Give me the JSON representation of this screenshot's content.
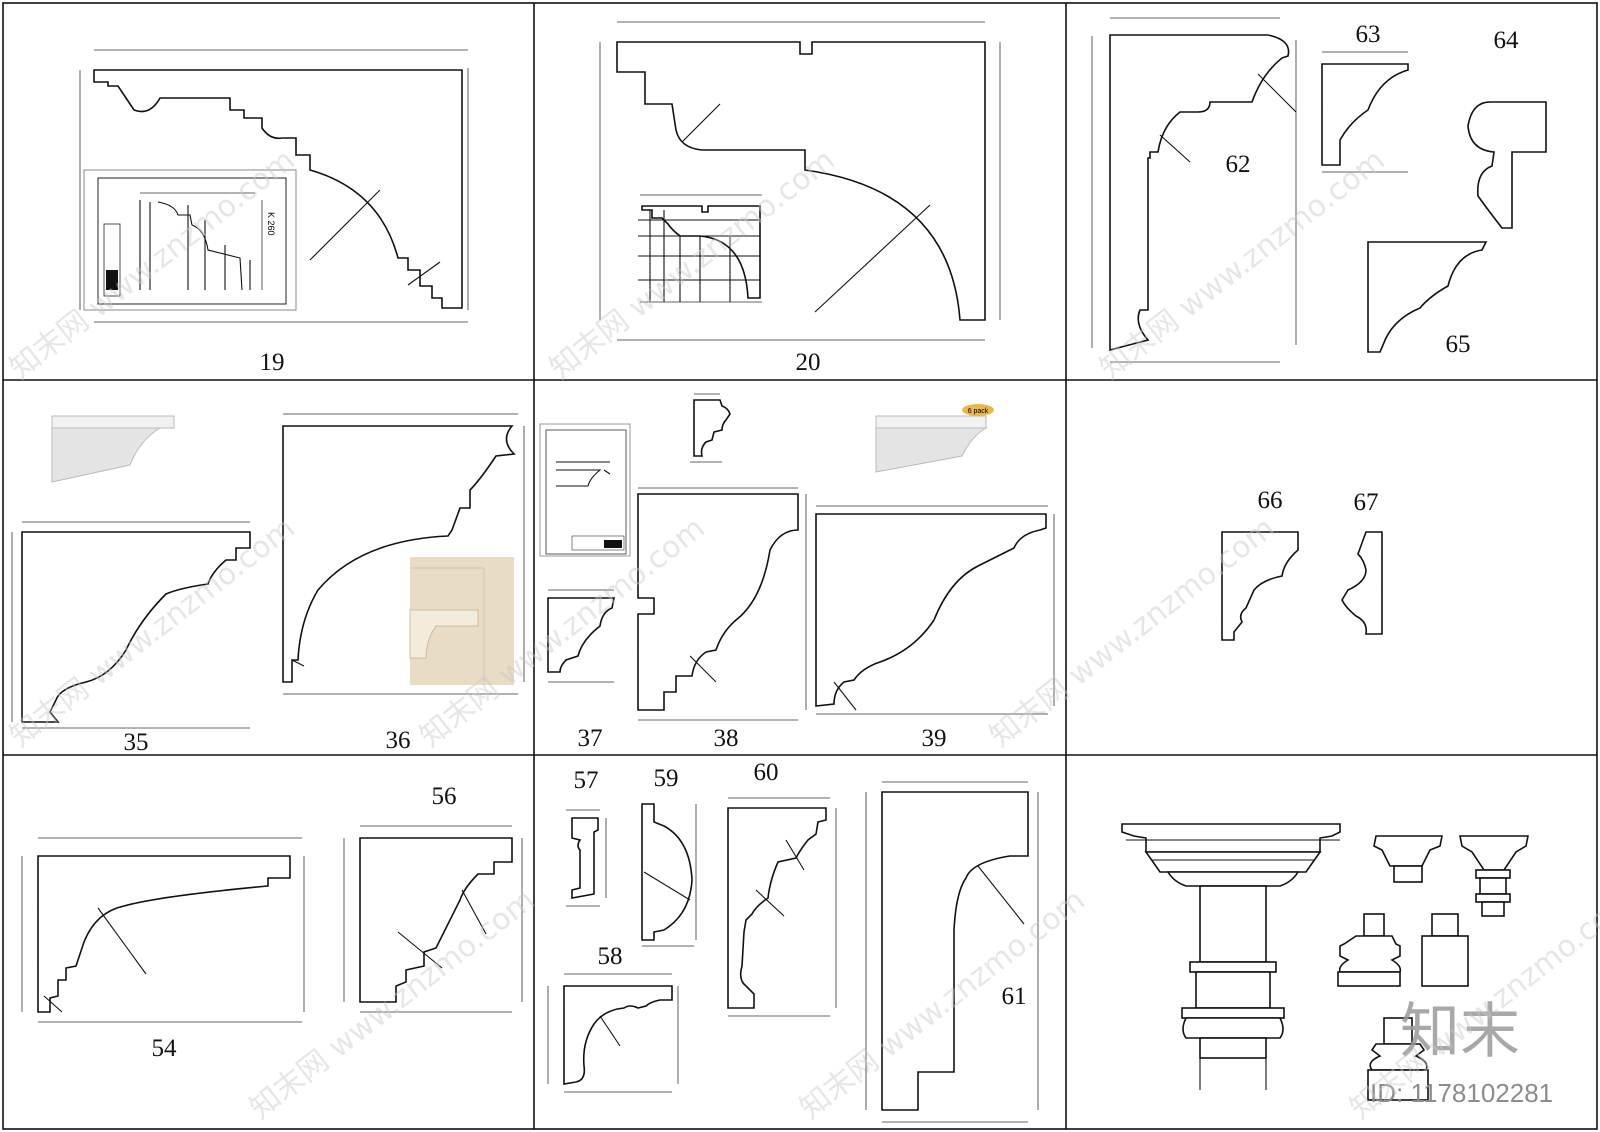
{
  "labels": {
    "p19": "19",
    "p20": "20",
    "p62": "62",
    "p63": "63",
    "p64": "64",
    "p65": "65",
    "p35": "35",
    "p36": "36",
    "p37": "37",
    "p38": "38",
    "p39": "39",
    "p66": "66",
    "p67": "67",
    "p54": "54",
    "p56": "56",
    "p57": "57",
    "p58": "58",
    "p59": "59",
    "p60": "60",
    "p61": "61"
  },
  "inset_labels": {
    "k260": "K 260"
  },
  "badges": {
    "pack": "6 pack"
  },
  "brand": {
    "name": "知末",
    "id": "ID: 1178102281"
  },
  "watermark": "知末网 www.znzmo.com",
  "colors": {
    "line": "#111111",
    "grid": "#111111",
    "watermark": "#c9c9c9",
    "photo": "#e8dcc4"
  }
}
